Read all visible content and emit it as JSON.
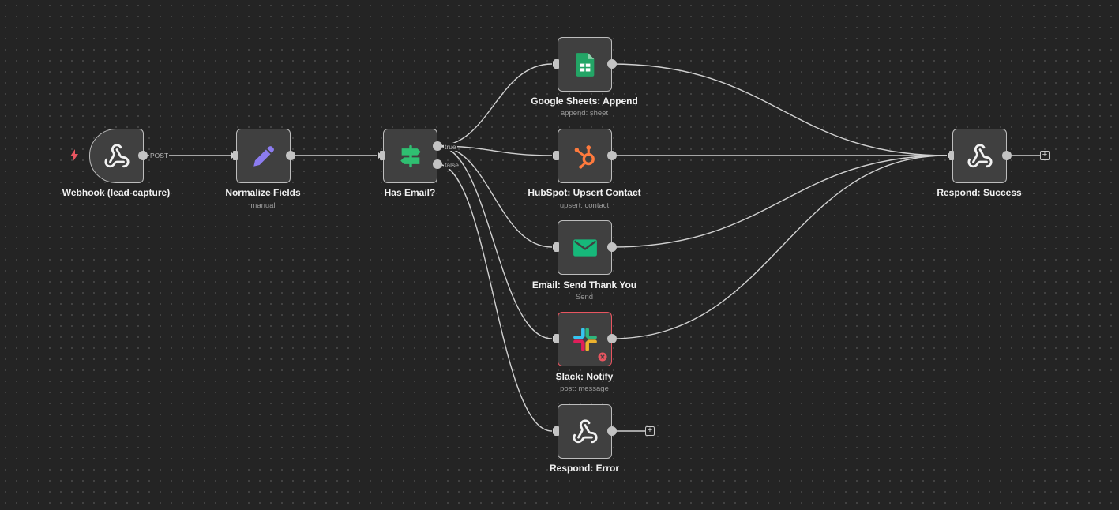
{
  "nodes": {
    "webhook": {
      "label": "Webhook (lead-capture)",
      "icon": "webhook-icon"
    },
    "normalize": {
      "label": "Normalize Fields",
      "sub": "manual",
      "icon": "pencil-icon"
    },
    "has_email": {
      "label": "Has Email?",
      "icon": "signpost-icon"
    },
    "sheets": {
      "label": "Google Sheets: Append",
      "sub": "append: sheet",
      "icon": "google-sheets-icon"
    },
    "hubspot": {
      "label": "HubSpot: Upsert Contact",
      "sub": "upsert: contact",
      "icon": "hubspot-icon"
    },
    "email": {
      "label": "Email: Send Thank You",
      "sub": "Send",
      "icon": "envelope-icon"
    },
    "slack": {
      "label": "Slack: Notify",
      "sub": "post: message",
      "icon": "slack-icon",
      "status": "error"
    },
    "respond_error": {
      "label": "Respond: Error",
      "icon": "webhook-icon"
    },
    "respond_success": {
      "label": "Respond: Success",
      "icon": "webhook-icon"
    }
  },
  "edge_labels": {
    "post": "POST",
    "true": "true",
    "false": "false"
  },
  "add_button": "+",
  "colors": {
    "canvas": "#242424",
    "node_fill": "#404040",
    "node_border": "#bdbdbd",
    "edge": "#d0d0d0",
    "error": "#e85560",
    "trigger_bolt": "#e85560",
    "pencil": "#8c7cf0",
    "signpost": "#2fbf71",
    "sheets": "#23a566",
    "hubspot": "#ff7a3d",
    "envelope": "#17b87a"
  }
}
